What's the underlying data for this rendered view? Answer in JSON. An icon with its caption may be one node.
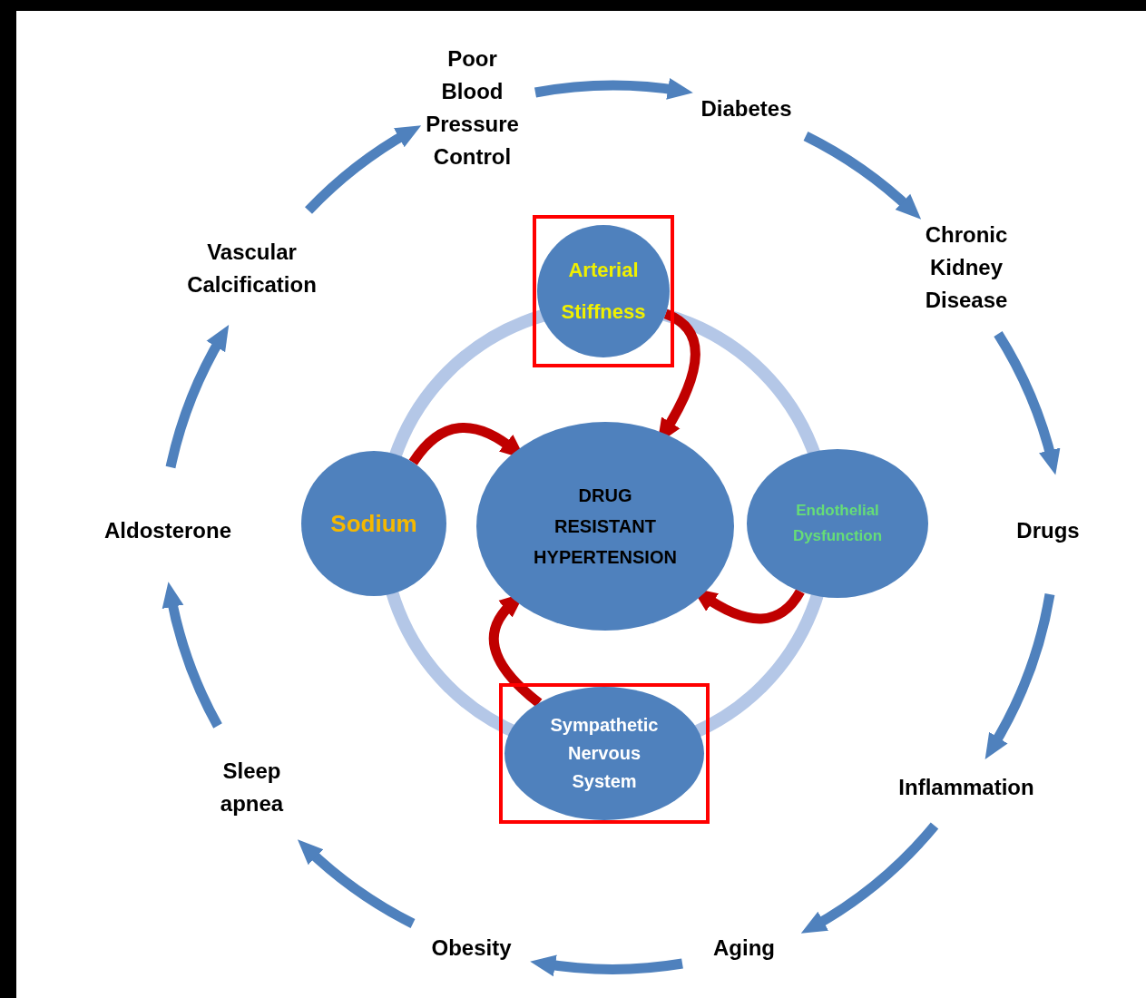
{
  "diagram": {
    "nodes": [
      {
        "text": [
          "Poor Blood Pressure Control"
        ]
      },
      {
        "text": [
          "Diabetes"
        ]
      },
      {
        "text": [
          "Chronic Kidney Disease"
        ]
      },
      {
        "text": [
          "Drugs"
        ]
      },
      {
        "text": [
          "Inflammation"
        ]
      },
      {
        "text": [
          "Aging"
        ]
      },
      {
        "text": [
          "Obesity"
        ]
      },
      {
        "text": [
          "Sleep apnea"
        ]
      },
      {
        "text": [
          "Aldosterone"
        ]
      },
      {
        "text": [
          "Vascular Calcification"
        ]
      },
      {
        "text": [
          "DRUG RESISTANT HYPERTENSION"
        ]
      },
      {
        "text": [],
        "shape": "box"
      },
      {
        "text": [
          "Arterial Stiffness"
        ],
        "in": 11
      },
      {
        "text": [
          "Sodium"
        ]
      },
      {
        "text": [
          "Endothelial Dysfunction"
        ]
      },
      {
        "text": [],
        "shape": "box"
      },
      {
        "text": [
          "Sympathetic Nervous System"
        ],
        "in": 15
      }
    ],
    "edges": [
      {
        "from": 0,
        "to": 1,
        "arrow": "to"
      },
      {
        "from": 1,
        "to": 2,
        "arrow": "to"
      },
      {
        "from": 2,
        "to": 3,
        "arrow": "to"
      },
      {
        "from": 3,
        "to": 4,
        "arrow": "to"
      },
      {
        "from": 4,
        "to": 5,
        "arrow": "to"
      },
      {
        "from": 5,
        "to": 6,
        "arrow": "to"
      },
      {
        "from": 6,
        "to": 7,
        "arrow": "to"
      },
      {
        "from": 7,
        "to": 8,
        "arrow": "to"
      },
      {
        "from": 8,
        "to": 9,
        "arrow": "to"
      },
      {
        "from": 9,
        "to": 0,
        "arrow": "to"
      },
      {
        "from": 12,
        "to": 10,
        "arrow": "to",
        "color": "#c00000"
      },
      {
        "from": 13,
        "to": 10,
        "arrow": "to",
        "color": "#c00000"
      },
      {
        "from": 14,
        "to": 10,
        "arrow": "to",
        "color": "#c00000"
      },
      {
        "from": 16,
        "to": 10,
        "arrow": "to",
        "color": "#c00000"
      }
    ]
  }
}
